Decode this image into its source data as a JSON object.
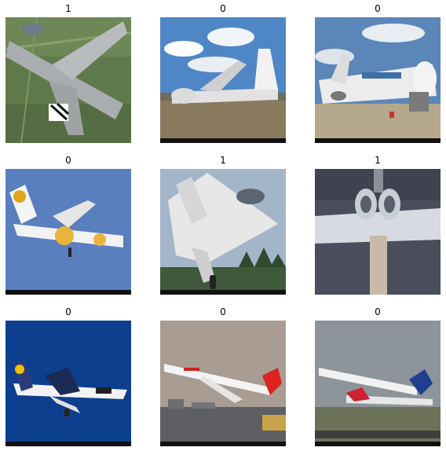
{
  "grid": {
    "items": [
      {
        "label": "1"
      },
      {
        "label": "0"
      },
      {
        "label": "0"
      },
      {
        "label": "0"
      },
      {
        "label": "1"
      },
      {
        "label": "1"
      },
      {
        "label": "0"
      },
      {
        "label": "0"
      },
      {
        "label": "0"
      }
    ]
  }
}
